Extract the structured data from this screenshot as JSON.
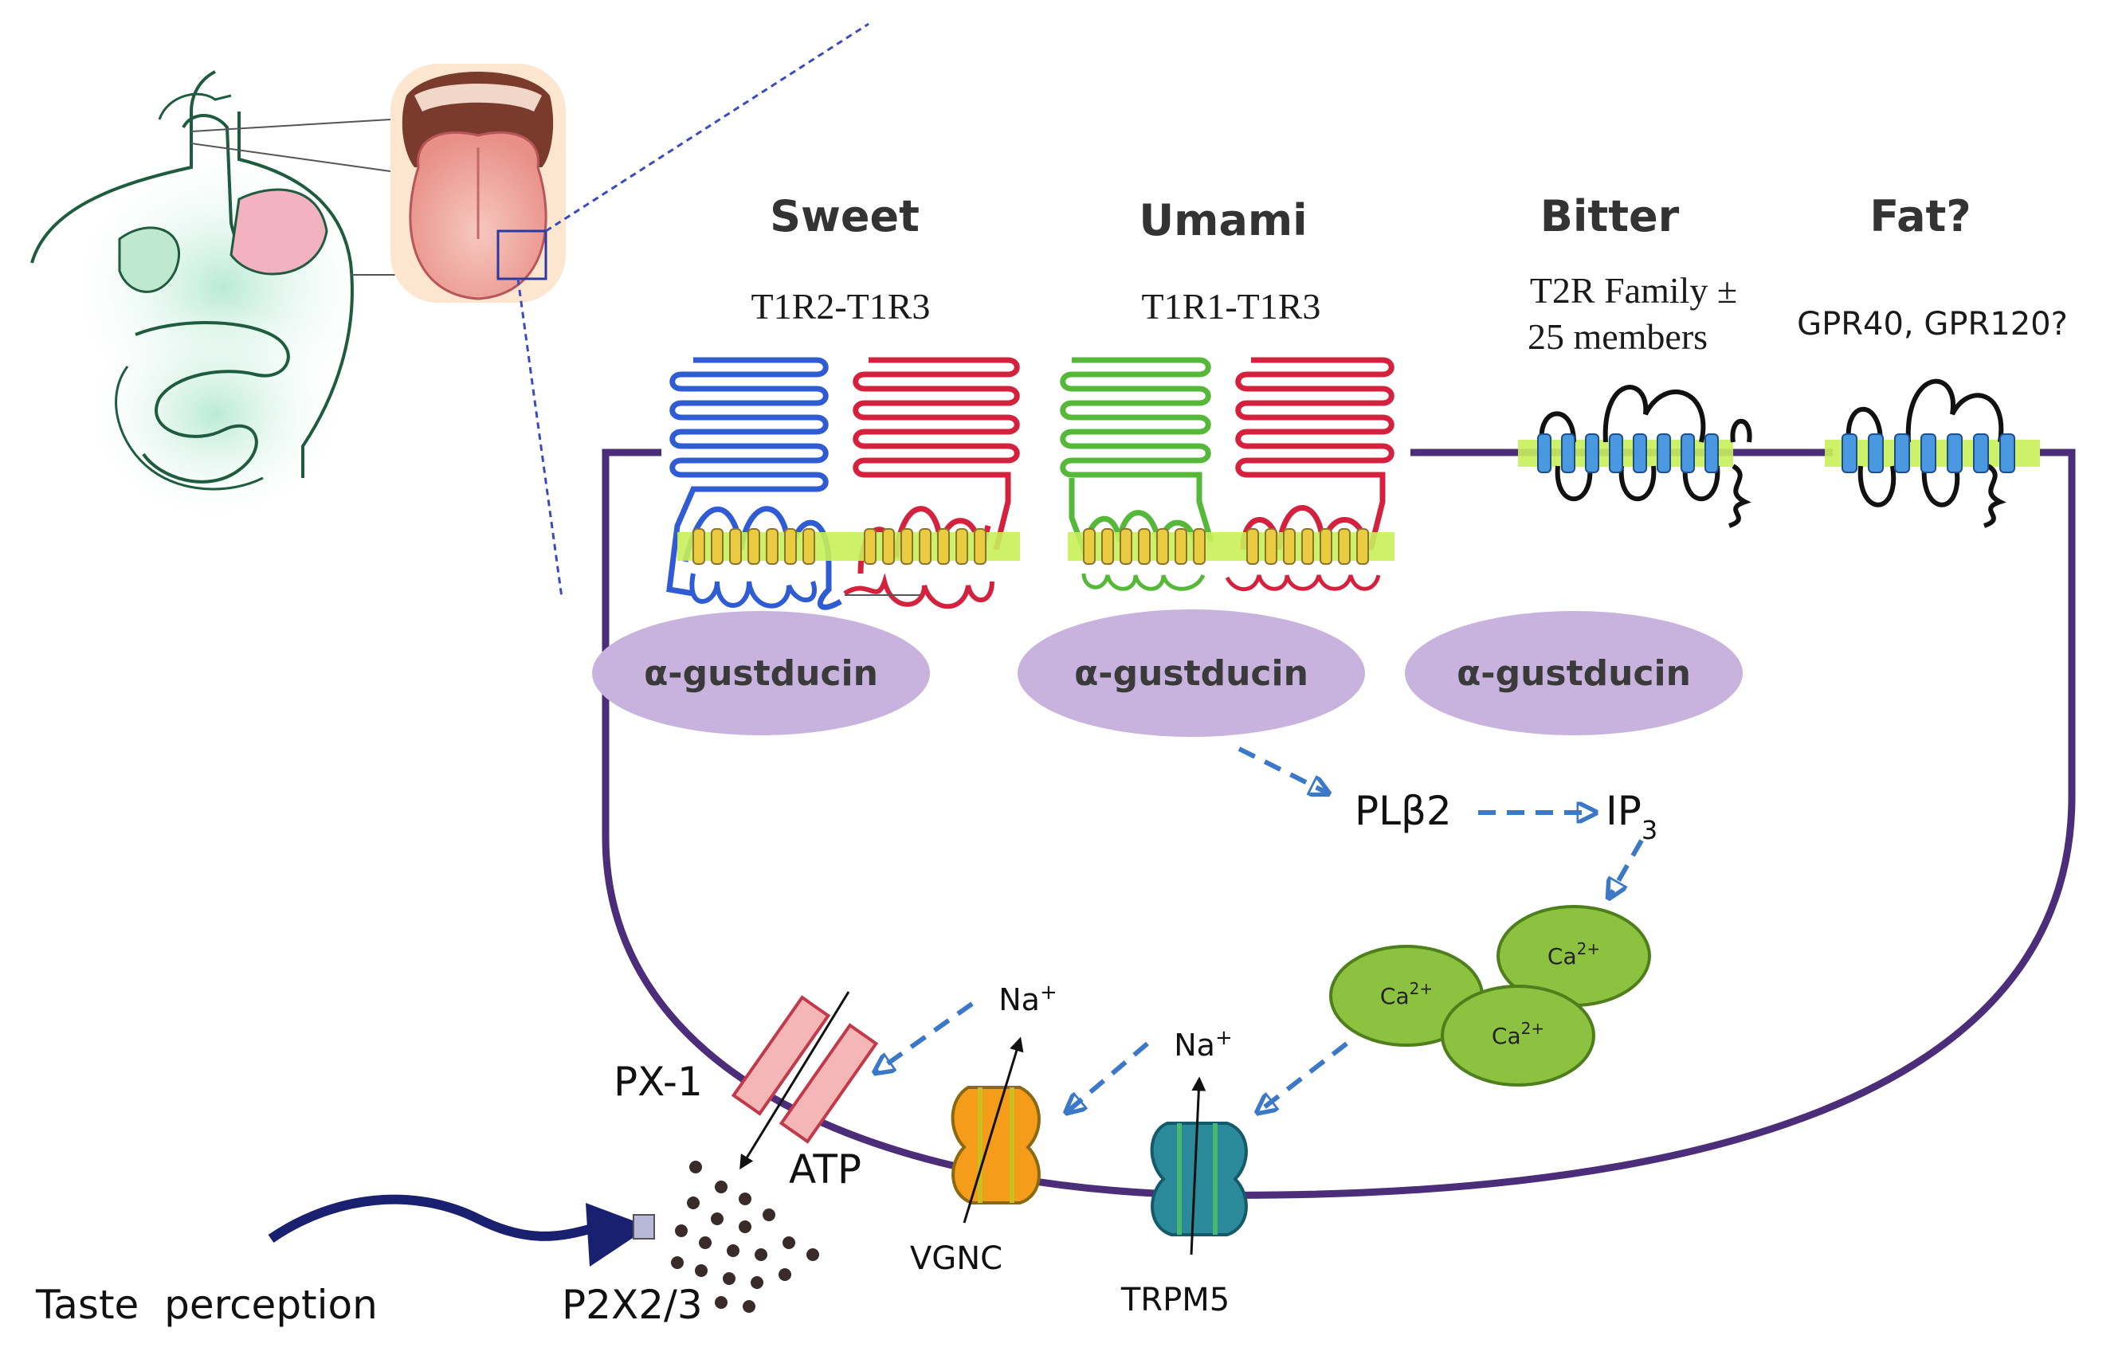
{
  "receptors": {
    "sweet": {
      "title": "Sweet",
      "subtitle": "T1R2-T1R3"
    },
    "umami": {
      "title": "Umami",
      "subtitle": "T1R1-T1R3"
    },
    "bitter": {
      "title": "Bitter",
      "subtitle_line1": "T2R Family ±",
      "subtitle_line2": "25 members"
    },
    "fat": {
      "title": "Fat?",
      "subtitle": "GPR40, GPR120?"
    }
  },
  "g_protein": [
    "α-gustducin",
    "α-gustducin",
    "α-gustducin"
  ],
  "cascade": {
    "plb2": "PLβ2",
    "ip3": "IP",
    "ip3_sub": "3",
    "calcium": [
      "Ca2+",
      "Ca2+",
      "Ca2+"
    ]
  },
  "channels": {
    "na_1": "Na+",
    "na_2": "Na+",
    "vgnc": "VGNC",
    "trpm5": "TRPM5",
    "px1": "PX-1",
    "atp": "ATP",
    "p2x": "P2X2/3"
  },
  "output": {
    "taste_perception": "Taste  perception"
  },
  "colors": {
    "membrane": "#4b2d7a",
    "sweet_blue": "#2f5bd3",
    "receptor_red": "#d4213d",
    "umami_green": "#55b838",
    "gustducin": "#c8b2de",
    "arrow_blue": "#3c78c8",
    "calcium": "#8cc23f",
    "nerve": "#1a2070"
  }
}
